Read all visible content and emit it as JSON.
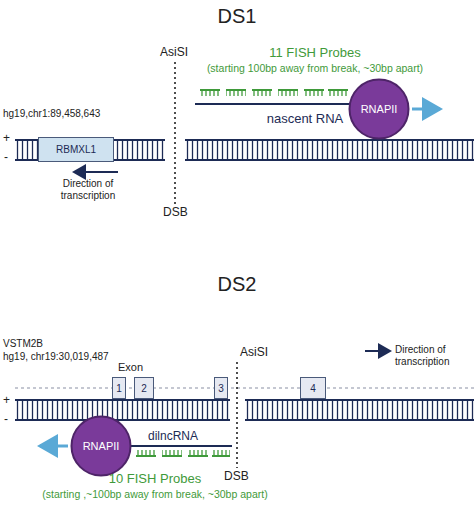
{
  "diagram": {
    "nodes": [
      {
        "text": [
          "RBMXL1"
        ]
      },
      {
        "text": [
          "RNAPII"
        ]
      },
      {
        "text": [
          "1"
        ]
      },
      {
        "text": [
          "2"
        ]
      },
      {
        "text": [
          "3"
        ]
      },
      {
        "text": [
          "4"
        ]
      },
      {
        "text": [
          "RNAPII"
        ]
      }
    ],
    "labels": [
      "DS1",
      "AsiSI",
      "11 FISH Probes",
      "(starting 100bp away from break, ~30bp apart)",
      "nascent RNA",
      "hg19,chr1:89,458,643",
      "+",
      "-",
      "Direction of transcription",
      "DSB",
      "DS2",
      "VSTM2B",
      "hg19, chr19:30,019,487",
      "Exon",
      "AsiSI",
      "Direction of transcription",
      "+",
      "-",
      "dilncRNA",
      "DSB",
      "10 FISH Probes",
      "(starting ,~100bp away from break, ~30bp apart)"
    ]
  }
}
